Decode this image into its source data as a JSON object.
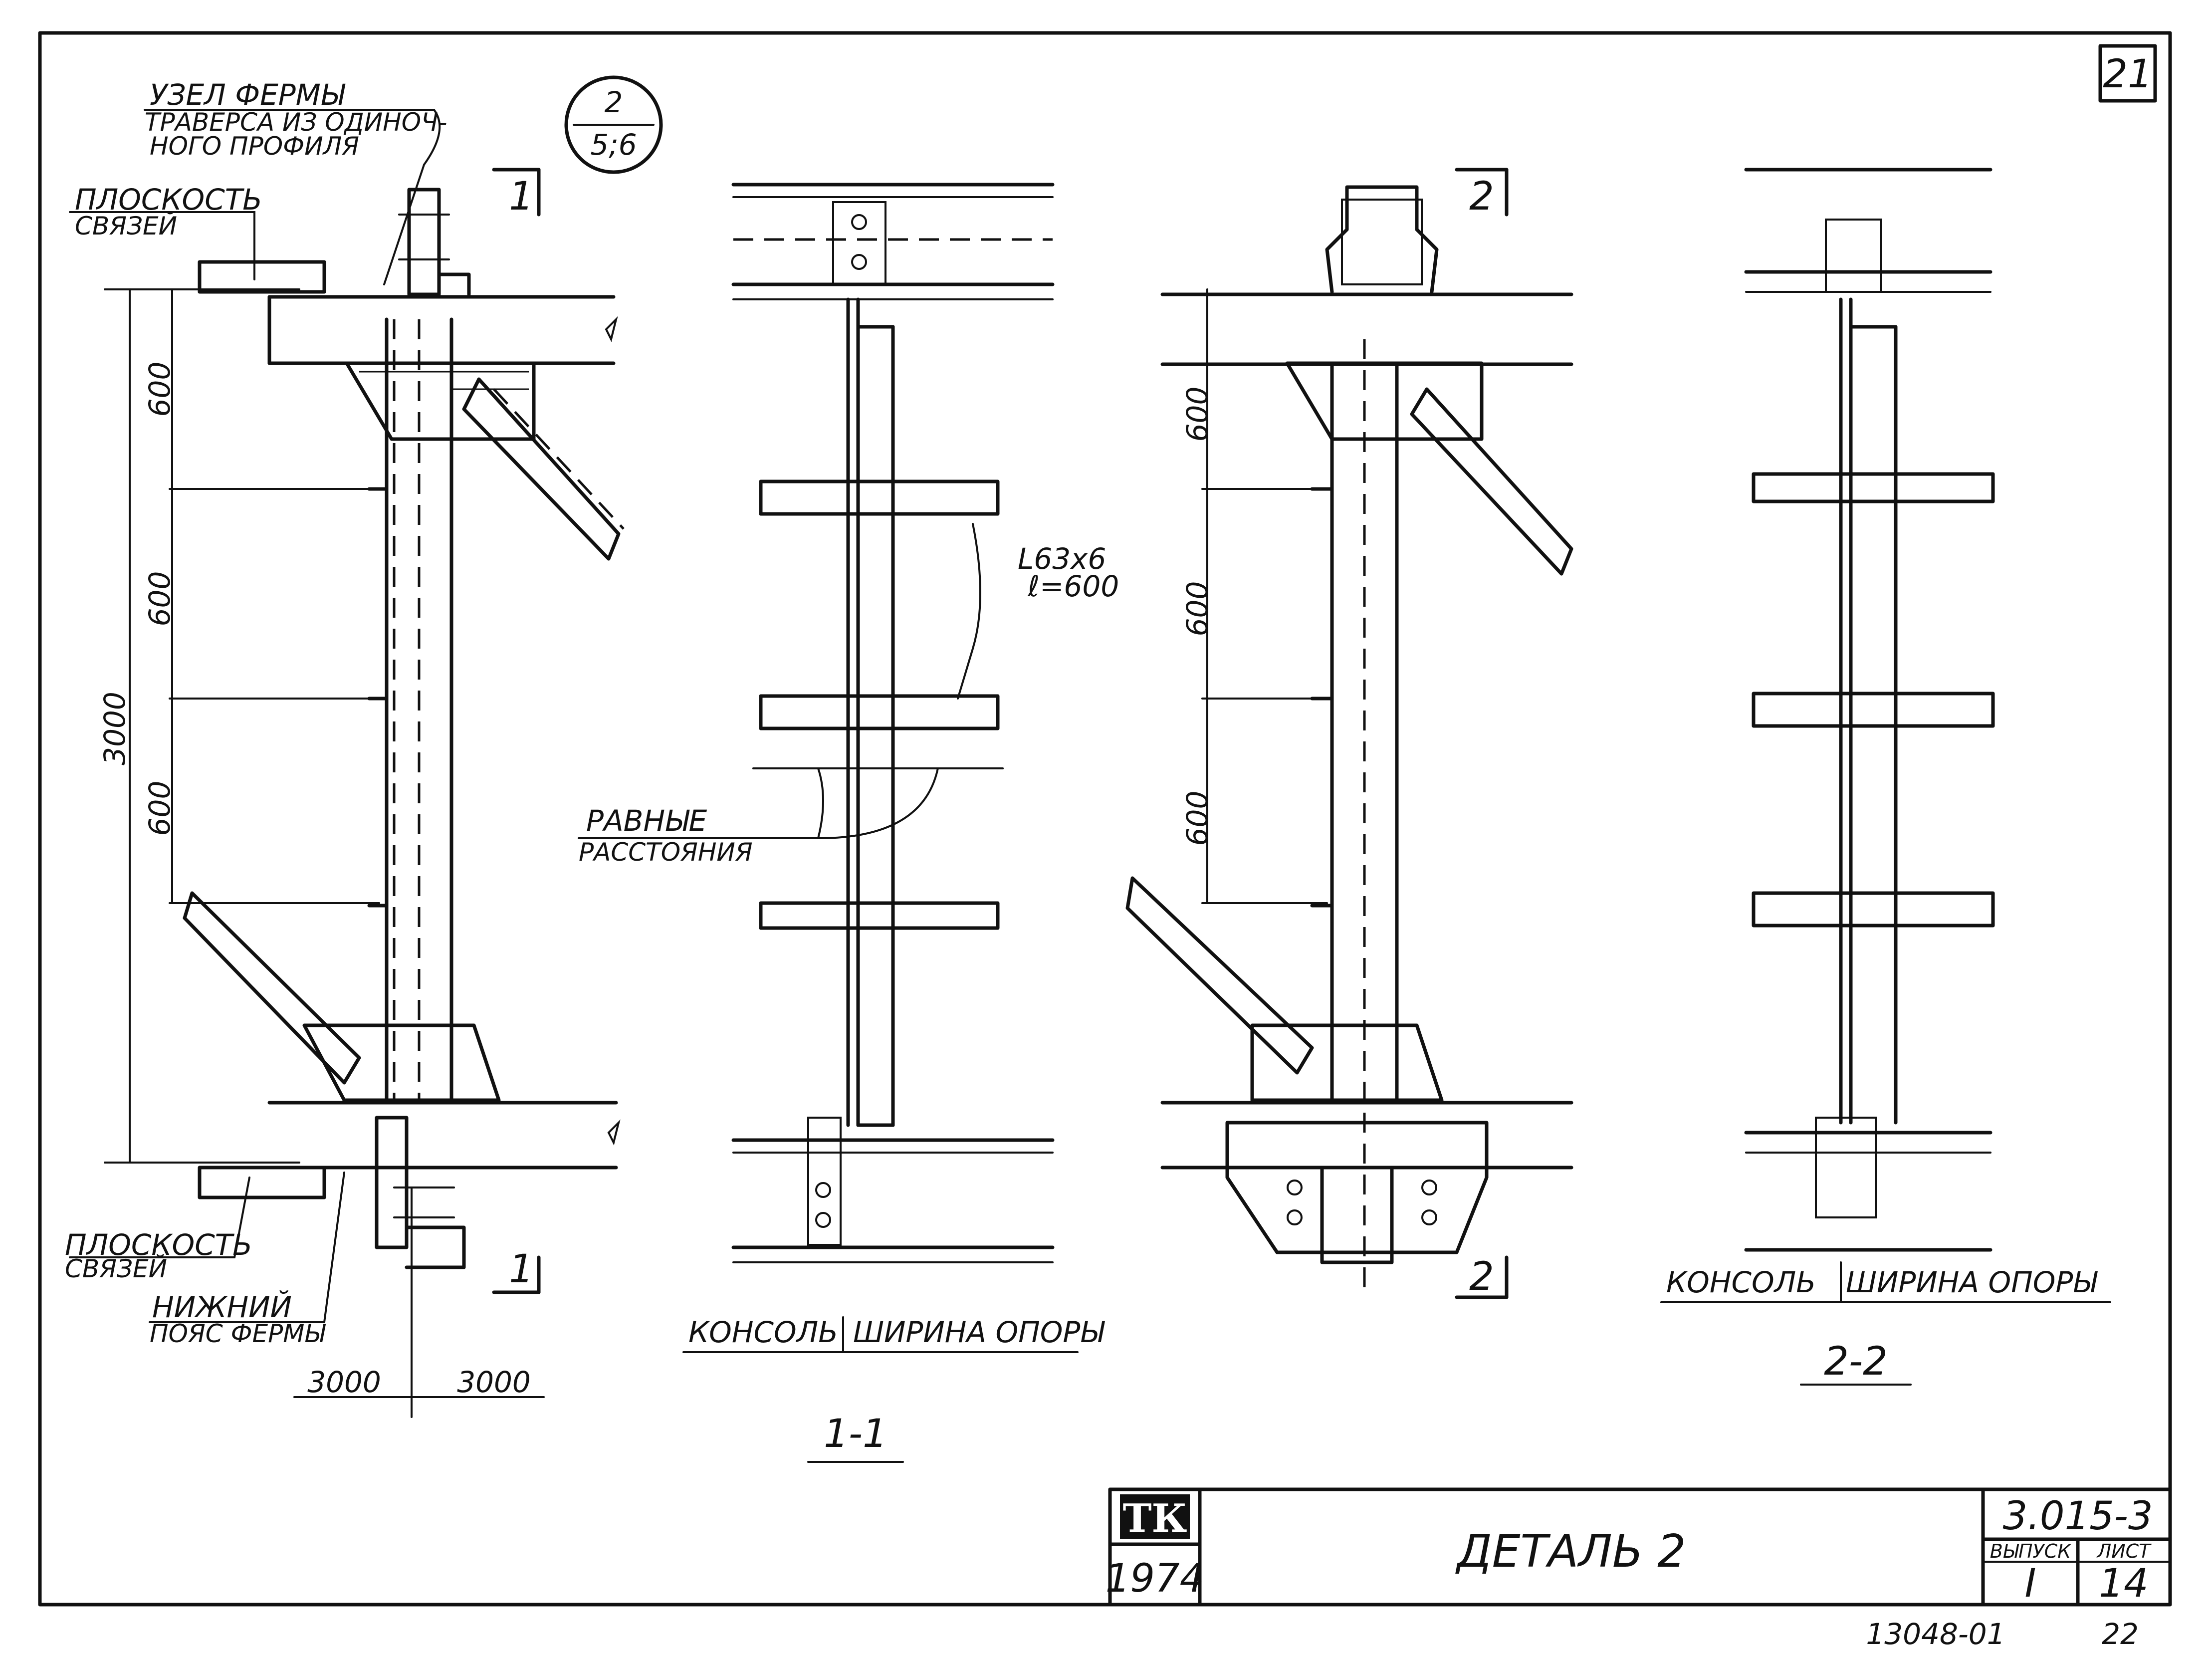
{
  "sheet": {
    "sheet_number_corner": "21",
    "callout_top": "2",
    "callout_bottom": "5;6",
    "truss_node_label": "УЗЕЛ ФЕРМЫ",
    "traverse_label_1": "ТРАВЕРСА ИЗ ОДИНОЧ-",
    "traverse_label_2": "НОГО ПРОФИЛЯ",
    "bracing_plane_top_1": "ПЛОСКОСТЬ",
    "bracing_plane_top_2": "СВЯЗЕЙ",
    "bracing_plane_bottom_1": "ПЛОСКОСТЬ",
    "bracing_plane_bottom_2": "СВЯЗЕЙ",
    "lower_chord_1": "НИЖНИЙ",
    "lower_chord_2": "ПОЯС ФЕРМЫ",
    "dim_600_a": "600",
    "dim_600_b": "600",
    "dim_600_c": "600",
    "dim_3000_total": "3000",
    "dim_3000_left": "3000",
    "dim_3000_right": "3000",
    "dim_600_d": "600",
    "dim_600_e": "600",
    "dim_600_f": "600",
    "angle_label_1": "L63x6",
    "angle_label_2": "ℓ=600",
    "equal_dist_1": "РАВНЫЕ",
    "equal_dist_2": "РАССТОЯНИЯ",
    "section_1_top": "1",
    "section_1_bottom": "1",
    "section_2_top": "2",
    "section_2_bottom": "2",
    "console_label_1": "КОНСОЛЬ",
    "support_width_1": "ШИРИНА ОПОРЫ",
    "console_label_2": "КОНСОЛЬ",
    "support_width_2": "ШИРИНА ОПОРЫ",
    "section_1_1": "1-1",
    "section_2_2": "2-2"
  },
  "title_block": {
    "logo": "ТК",
    "year": "1974",
    "title": "ДЕТАЛЬ 2",
    "series": "3.015-3",
    "issue_label": "ВЫПУСК",
    "issue_value": "I",
    "sheet_label": "ЛИСТ",
    "sheet_value": "14",
    "archive_number": "13048-01",
    "archive_page": "22"
  }
}
